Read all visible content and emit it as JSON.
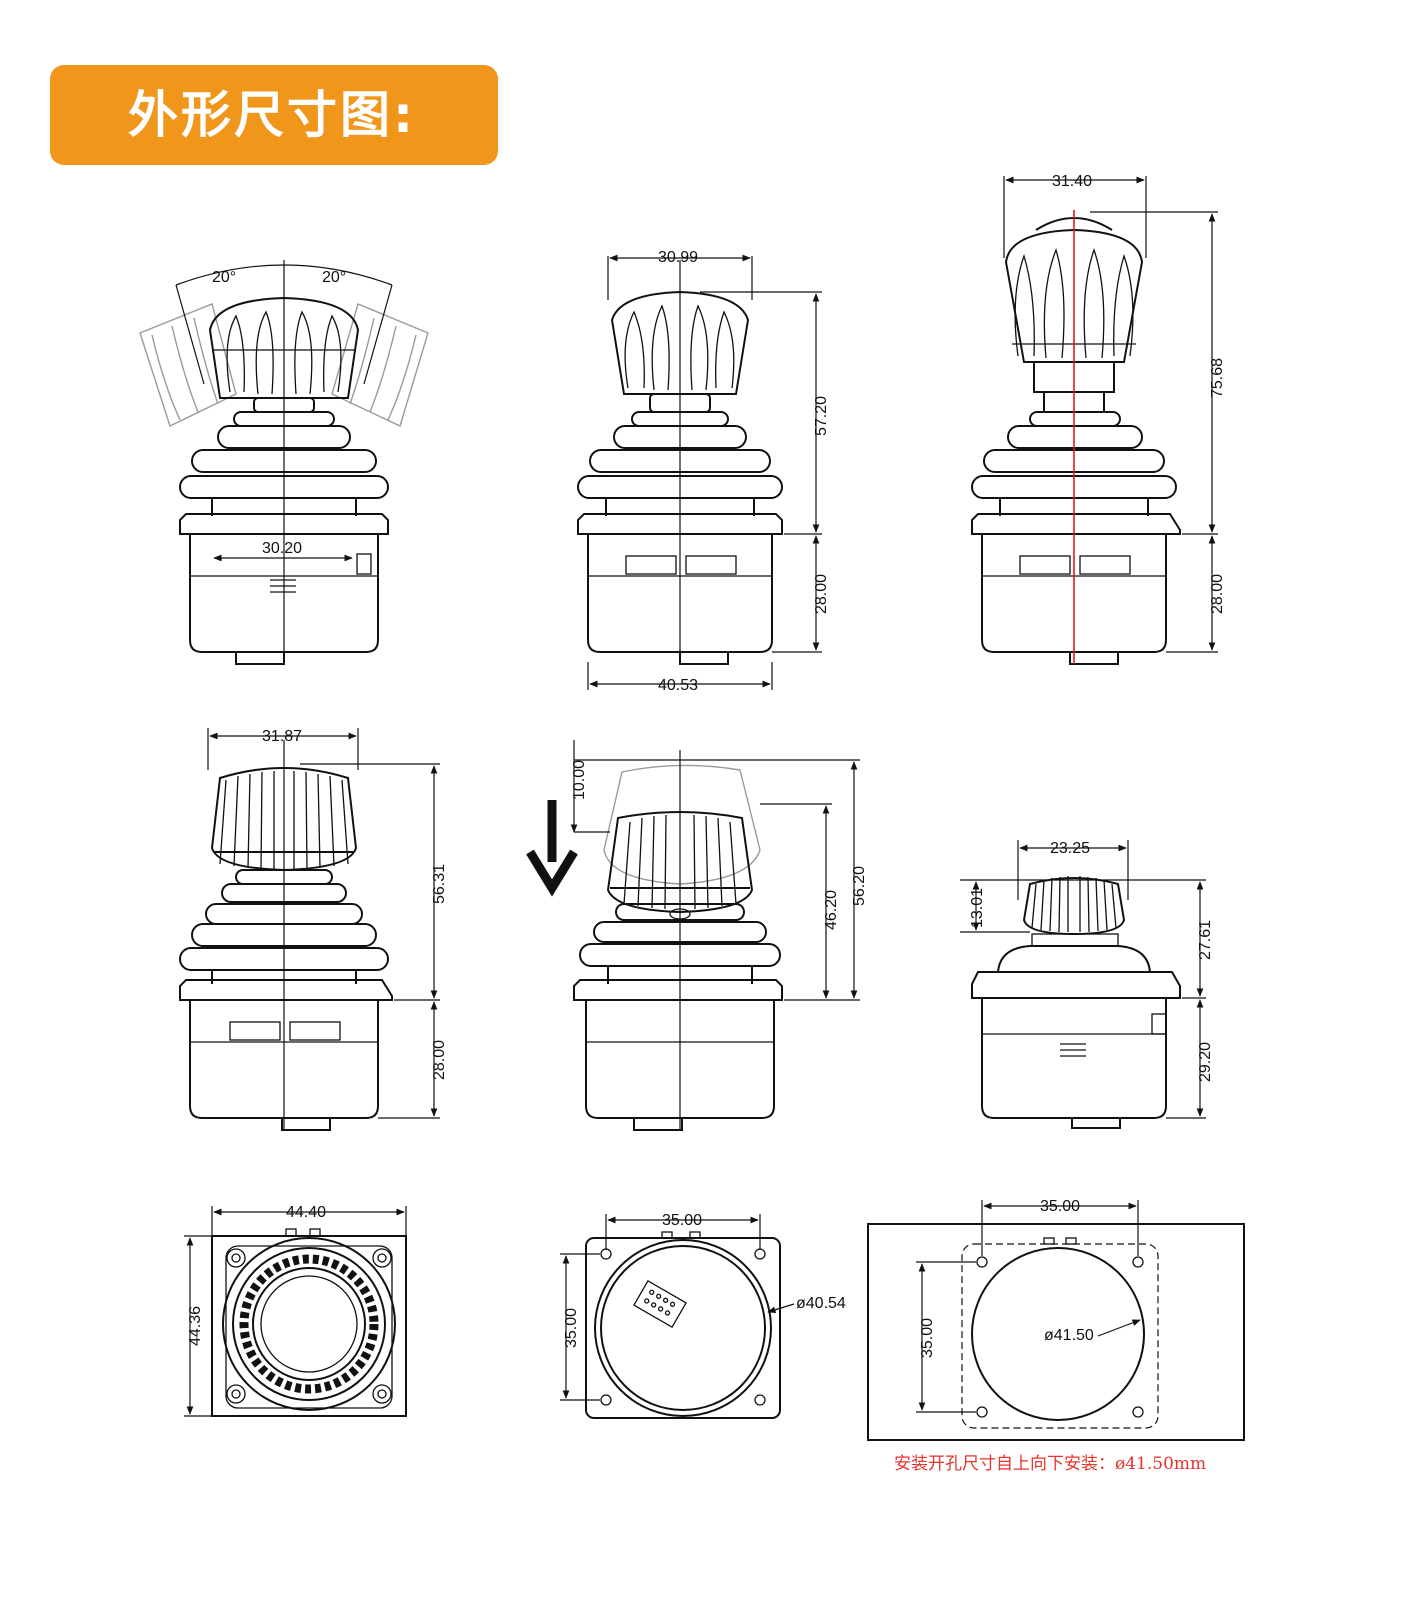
{
  "header": {
    "title": "外形尺寸图:"
  },
  "colors": {
    "banner": "#F0961A",
    "banner_text": "#FFFFFF",
    "note": "#E8322C",
    "centerline": "#D91E1E",
    "line": "#111111"
  },
  "views": {
    "tilt_view": {
      "angle_left": "20°",
      "angle_right": "20°",
      "base_width": "30.20"
    },
    "front_view": {
      "knob_width": "30.99",
      "height_upper": "57.20",
      "height_base": "28.00",
      "base_width": "40.53"
    },
    "side_view": {
      "knob_width": "31.40",
      "height_total": "75.68",
      "height_base": "28.00"
    },
    "ribbed_knob_view": {
      "knob_width": "31.87",
      "height_upper": "56.31",
      "height_base": "28.00"
    },
    "press_view": {
      "press_travel": "10.00",
      "height_pressed": "46.20",
      "height_normal": "56.20"
    },
    "short_knob_view": {
      "knob_width": "23.25",
      "knob_height": "13.01",
      "height_upper": "27.61",
      "height_base": "29.20"
    },
    "top_view": {
      "width": "44.40",
      "height": "44.36"
    },
    "bottom_view": {
      "hole_pitch_x": "35.00",
      "hole_pitch_y": "35.00",
      "diameter": "ø40.54"
    },
    "cutout_view": {
      "hole_pitch_x": "35.00",
      "hole_pitch_y": "35.00",
      "diameter": "ø41.50"
    }
  },
  "installation_note": "安装开孔尺寸自上向下安装：ø41.50mm"
}
